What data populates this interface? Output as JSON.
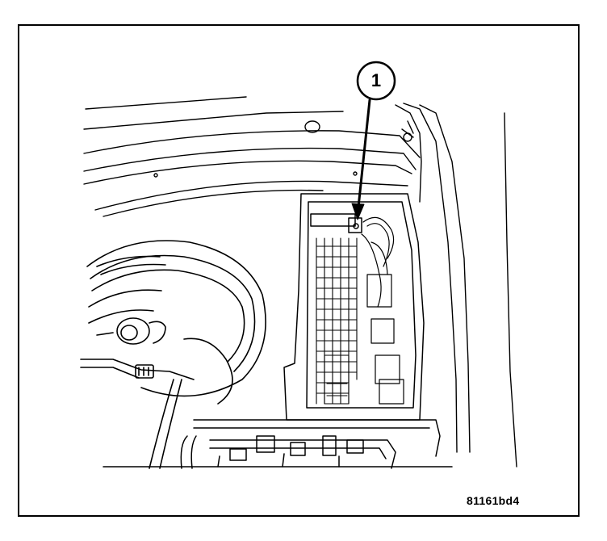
{
  "figure": {
    "callout_number": "1",
    "image_code": "81161bd4"
  },
  "illustration": {
    "subject": "engine-compartment-line-drawing",
    "highlight_icon": "fuse-relay-box-icon"
  }
}
